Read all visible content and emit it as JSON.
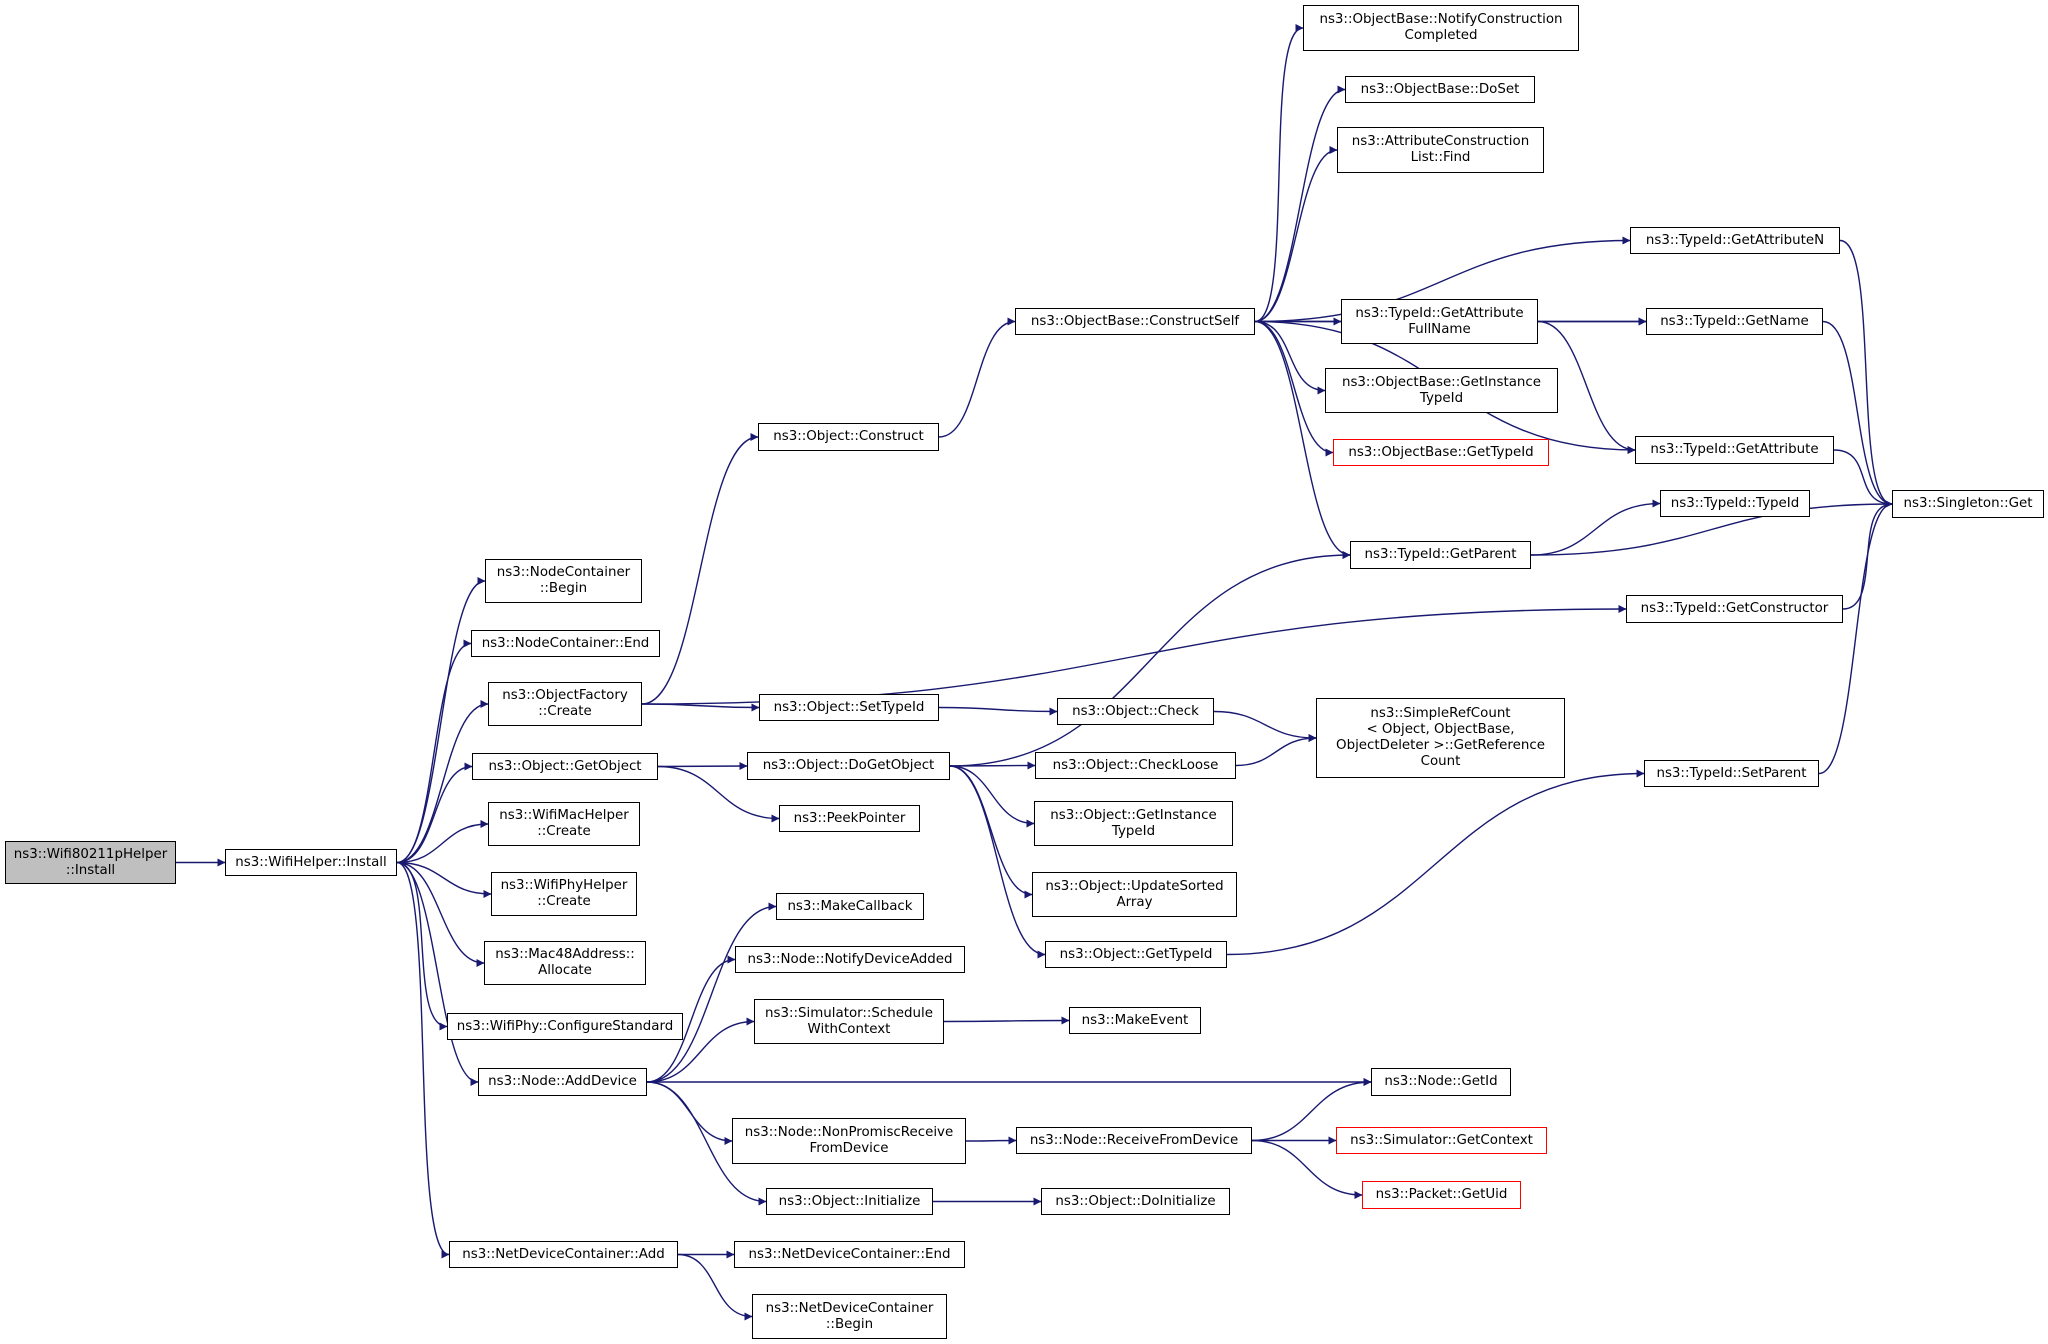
{
  "graph": {
    "nodes": {
      "install80211p": {
        "label": "ns3::Wifi80211pHelper\n::Install",
        "root": true
      },
      "wifiHelperInstall": {
        "label": "ns3::WifiHelper::Install"
      },
      "ncBegin": {
        "label": "ns3::NodeContainer\n::Begin"
      },
      "ncEnd": {
        "label": "ns3::NodeContainer::End"
      },
      "ofCreate": {
        "label": "ns3::ObjectFactory\n::Create"
      },
      "objGetObject": {
        "label": "ns3::Object::GetObject"
      },
      "wifiMacCreate": {
        "label": "ns3::WifiMacHelper\n::Create"
      },
      "wifiPhyHelperCreate": {
        "label": "ns3::WifiPhyHelper\n::Create"
      },
      "macAllocate": {
        "label": "ns3::Mac48Address::\nAllocate"
      },
      "configureStandard": {
        "label": "ns3::WifiPhy::ConfigureStandard"
      },
      "addDevice": {
        "label": "ns3::Node::AddDevice"
      },
      "ndcAdd": {
        "label": "ns3::NetDeviceContainer::Add"
      },
      "objConstruct": {
        "label": "ns3::Object::Construct"
      },
      "objSetTypeId": {
        "label": "ns3::Object::SetTypeId"
      },
      "objDoGetObject": {
        "label": "ns3::Object::DoGetObject"
      },
      "peekPointer": {
        "label": "ns3::PeekPointer"
      },
      "makeCallback": {
        "label": "ns3::MakeCallback"
      },
      "notifyDeviceAdded": {
        "label": "ns3::Node::NotifyDeviceAdded"
      },
      "scheduleWithContext": {
        "label": "ns3::Simulator::Schedule\nWithContext"
      },
      "nonPromisc": {
        "label": "ns3::Node::NonPromiscReceive\nFromDevice"
      },
      "objInitialize": {
        "label": "ns3::Object::Initialize"
      },
      "ndcEnd": {
        "label": "ns3::NetDeviceContainer::End"
      },
      "ndcBegin": {
        "label": "ns3::NetDeviceContainer\n::Begin"
      },
      "constructSelf": {
        "label": "ns3::ObjectBase::ConstructSelf"
      },
      "objCheck": {
        "label": "ns3::Object::Check"
      },
      "objCheckLoose": {
        "label": "ns3::Object::CheckLoose"
      },
      "objGetInstanceTypeId": {
        "label": "ns3::Object::GetInstance\nTypeId"
      },
      "updateSortedArray": {
        "label": "ns3::Object::UpdateSorted\nArray"
      },
      "objGetTypeId": {
        "label": "ns3::Object::GetTypeId"
      },
      "makeEvent": {
        "label": "ns3::MakeEvent"
      },
      "receiveFromDevice": {
        "label": "ns3::Node::ReceiveFromDevice"
      },
      "doInitialize": {
        "label": "ns3::Object::DoInitialize"
      },
      "notifyConstruction": {
        "label": "ns3::ObjectBase::NotifyConstruction\nCompleted"
      },
      "doSet": {
        "label": "ns3::ObjectBase::DoSet"
      },
      "acListFind": {
        "label": "ns3::AttributeConstruction\nList::Find"
      },
      "getAttributeFullName": {
        "label": "ns3::TypeId::GetAttribute\nFullName"
      },
      "obGetInstanceTypeId": {
        "label": "ns3::ObjectBase::GetInstance\nTypeId"
      },
      "obGetTypeId": {
        "label": "ns3::ObjectBase::GetTypeId",
        "red": true
      },
      "getParent": {
        "label": "ns3::TypeId::GetParent"
      },
      "simpleRefCount": {
        "label": "ns3::SimpleRefCount\n< Object, ObjectBase,\n ObjectDeleter >::GetReference\nCount"
      },
      "nodeGetId": {
        "label": "ns3::Node::GetId"
      },
      "simGetContext": {
        "label": "ns3::Simulator::GetContext",
        "red": true
      },
      "packetGetUid": {
        "label": "ns3::Packet::GetUid",
        "red": true
      },
      "getAttributeN": {
        "label": "ns3::TypeId::GetAttributeN"
      },
      "getName": {
        "label": "ns3::TypeId::GetName"
      },
      "getAttribute": {
        "label": "ns3::TypeId::GetAttribute"
      },
      "typeIdTypeId": {
        "label": "ns3::TypeId::TypeId"
      },
      "getConstructor": {
        "label": "ns3::TypeId::GetConstructor"
      },
      "setParent": {
        "label": "ns3::TypeId::SetParent"
      },
      "singletonGet": {
        "label": "ns3::Singleton::Get"
      }
    },
    "edges": [
      [
        "install80211p",
        "wifiHelperInstall"
      ],
      [
        "wifiHelperInstall",
        "ncBegin"
      ],
      [
        "wifiHelperInstall",
        "ncEnd"
      ],
      [
        "wifiHelperInstall",
        "ofCreate"
      ],
      [
        "wifiHelperInstall",
        "objGetObject"
      ],
      [
        "wifiHelperInstall",
        "wifiMacCreate"
      ],
      [
        "wifiHelperInstall",
        "wifiPhyHelperCreate"
      ],
      [
        "wifiHelperInstall",
        "macAllocate"
      ],
      [
        "wifiHelperInstall",
        "configureStandard"
      ],
      [
        "wifiHelperInstall",
        "addDevice"
      ],
      [
        "wifiHelperInstall",
        "ndcAdd"
      ],
      [
        "ofCreate",
        "objConstruct"
      ],
      [
        "ofCreate",
        "objSetTypeId"
      ],
      [
        "ofCreate",
        "getConstructor"
      ],
      [
        "objGetObject",
        "objDoGetObject"
      ],
      [
        "objGetObject",
        "peekPointer"
      ],
      [
        "objConstruct",
        "constructSelf"
      ],
      [
        "objSetTypeId",
        "objCheck"
      ],
      [
        "objDoGetObject",
        "objCheckLoose"
      ],
      [
        "objDoGetObject",
        "objGetInstanceTypeId"
      ],
      [
        "objDoGetObject",
        "updateSortedArray"
      ],
      [
        "objDoGetObject",
        "objGetTypeId"
      ],
      [
        "objDoGetObject",
        "getParent"
      ],
      [
        "objCheck",
        "simpleRefCount"
      ],
      [
        "objCheckLoose",
        "simpleRefCount"
      ],
      [
        "objGetTypeId",
        "setParent"
      ],
      [
        "addDevice",
        "makeCallback"
      ],
      [
        "addDevice",
        "notifyDeviceAdded"
      ],
      [
        "addDevice",
        "scheduleWithContext"
      ],
      [
        "addDevice",
        "nodeGetId"
      ],
      [
        "addDevice",
        "nonPromisc"
      ],
      [
        "addDevice",
        "objInitialize"
      ],
      [
        "scheduleWithContext",
        "makeEvent"
      ],
      [
        "nonPromisc",
        "receiveFromDevice"
      ],
      [
        "receiveFromDevice",
        "nodeGetId"
      ],
      [
        "receiveFromDevice",
        "simGetContext"
      ],
      [
        "receiveFromDevice",
        "packetGetUid"
      ],
      [
        "objInitialize",
        "doInitialize"
      ],
      [
        "ndcAdd",
        "ndcEnd"
      ],
      [
        "ndcAdd",
        "ndcBegin"
      ],
      [
        "constructSelf",
        "notifyConstruction"
      ],
      [
        "constructSelf",
        "doSet"
      ],
      [
        "constructSelf",
        "acListFind"
      ],
      [
        "constructSelf",
        "getAttributeN"
      ],
      [
        "constructSelf",
        "getName"
      ],
      [
        "constructSelf",
        "getAttributeFullName"
      ],
      [
        "constructSelf",
        "obGetInstanceTypeId"
      ],
      [
        "constructSelf",
        "obGetTypeId"
      ],
      [
        "constructSelf",
        "getAttribute"
      ],
      [
        "constructSelf",
        "getParent"
      ],
      [
        "getAttributeFullName",
        "getName"
      ],
      [
        "getAttributeFullName",
        "getAttribute"
      ],
      [
        "getParent",
        "typeIdTypeId"
      ],
      [
        "getParent",
        "singletonGet"
      ],
      [
        "getAttributeN",
        "singletonGet"
      ],
      [
        "getName",
        "singletonGet"
      ],
      [
        "getAttribute",
        "singletonGet"
      ],
      [
        "getConstructor",
        "singletonGet"
      ],
      [
        "setParent",
        "singletonGet"
      ]
    ]
  }
}
